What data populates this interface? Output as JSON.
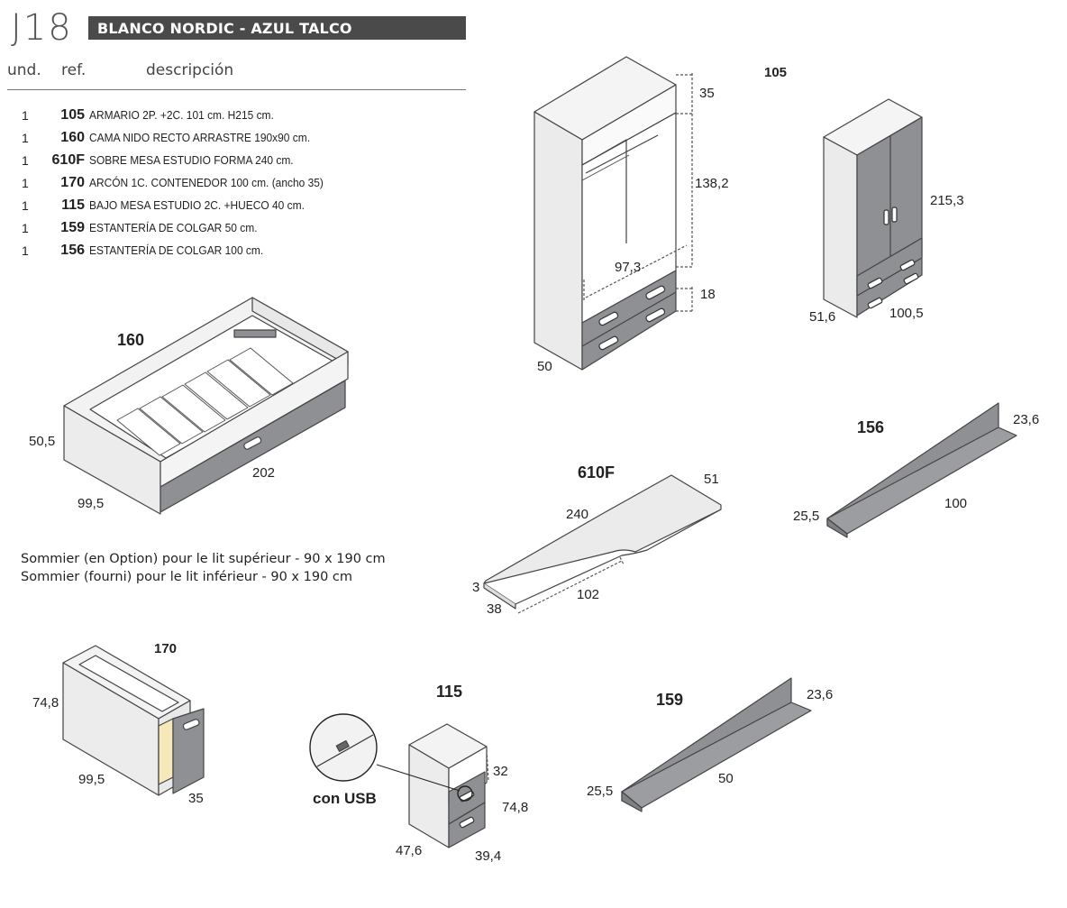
{
  "header": {
    "code": "J18",
    "title": "BLANCO NORDIC - AZUL TALCO",
    "columns": {
      "und": "und.",
      "ref": "ref.",
      "desc": "descripción"
    }
  },
  "items": [
    {
      "qty": "1",
      "ref": "105",
      "desc": "ARMARIO 2P. +2C. 101 cm. H215 cm."
    },
    {
      "qty": "1",
      "ref": "160",
      "desc": "CAMA NIDO RECTO ARRASTRE 190x90 cm."
    },
    {
      "qty": "1",
      "ref": "610F",
      "desc": "SOBRE MESA ESTUDIO FORMA 240 cm."
    },
    {
      "qty": "1",
      "ref": "170",
      "desc": "ARCÓN 1C. CONTENEDOR 100 cm. (ancho 35)"
    },
    {
      "qty": "1",
      "ref": "115",
      "desc": "BAJO MESA ESTUDIO 2C. +HUECO 40 cm."
    },
    {
      "qty": "1",
      "ref": "159",
      "desc": "ESTANTERÍA DE COLGAR 50 cm."
    },
    {
      "qty": "1",
      "ref": "156",
      "desc": "ESTANTERÍA DE COLGAR 100 cm."
    }
  ],
  "notes": [
    "Sommier (en Option) pour le lit supérieur - 90 x 190 cm",
    "Sommier (fourni) pour le lit inférieur - 90 x 190 cm"
  ],
  "drawings": {
    "wardrobe_open": {
      "d1": "35",
      "d2": "138,2",
      "d3": "97,3",
      "d4": "18",
      "d5": "50"
    },
    "wardrobe_closed": {
      "label": "105",
      "height": "215,3",
      "depth": "51,6",
      "width": "100,5"
    },
    "bed": {
      "label": "160",
      "height": "50,5",
      "length": "202",
      "width": "99,5"
    },
    "desktop": {
      "label": "610F",
      "w1": "51",
      "len": "240",
      "thick": "3",
      "w2": "38",
      "len2": "102"
    },
    "shelf_large": {
      "label": "156",
      "depth": "23,6",
      "height": "25,5",
      "width": "100"
    },
    "chest": {
      "label": "170",
      "height": "74,8",
      "width": "99,5",
      "depth": "35"
    },
    "desk_unit": {
      "label": "115",
      "usb": "con USB",
      "d1": "32",
      "height": "74,8",
      "w": "47,6",
      "d": "39,4"
    },
    "shelf_small": {
      "label": "159",
      "depth": "23,6",
      "height": "25,5",
      "width": "50"
    }
  },
  "colors": {
    "white_panel": "#f0f0f0",
    "blue_talco": "#8f9094",
    "dark_bar": "#4a4a4a"
  }
}
